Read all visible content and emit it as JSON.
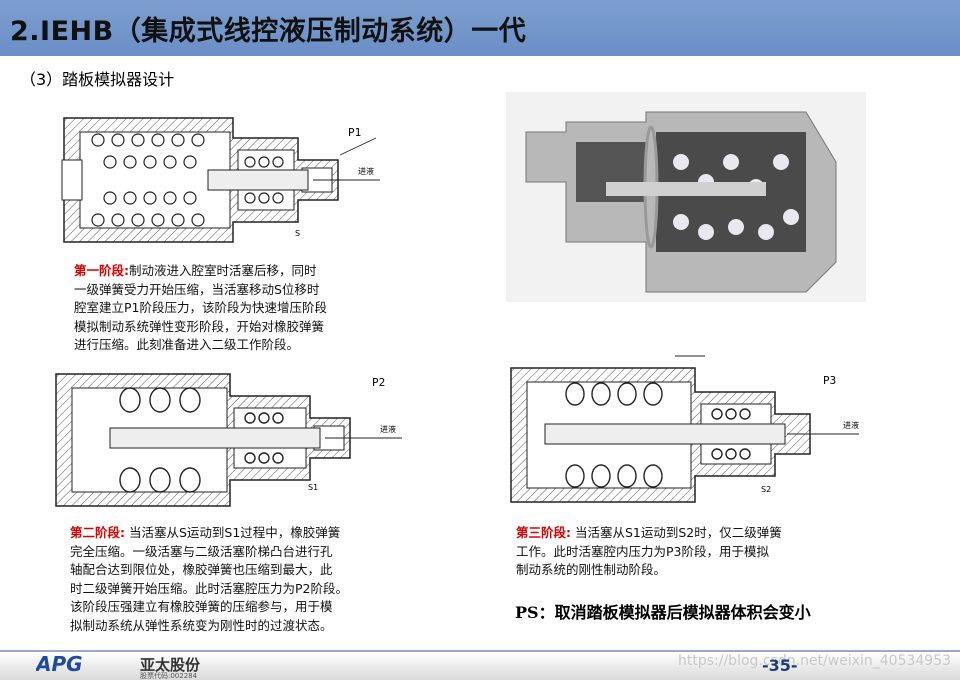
{
  "header": {
    "title": "2.IEHB（集成式线控液压制动系统）一代"
  },
  "subtitle": "（3）踏板模拟器设计",
  "fig1": {
    "p_label": "P1",
    "inlet_label": "进液",
    "s_label": "S"
  },
  "fig2": {
    "p_label": "P2",
    "inlet_label": "进液",
    "s_label": "S1"
  },
  "fig3": {
    "p_label": "P3",
    "inlet_label": "进液",
    "s_label": "S2"
  },
  "stage1": {
    "label": "第一阶段:",
    "lines": [
      "制动液进入腔室时活塞后移，同时",
      "一级弹簧受力开始压缩，当活塞移动S位移时",
      "腔室建立P1阶段压力，该阶段为快速增压阶段",
      "模拟制动系统弹性变形阶段，开始对橡胶弹簧",
      "进行压缩。此刻准备进入二级工作阶段。"
    ]
  },
  "stage2": {
    "label": "第二阶段:",
    "lines": [
      " 当活塞从S运动到S1过程中，橡胶弹簧",
      "完全压缩。一级活塞与二级活塞阶梯凸台进行孔",
      "轴配合达到限位处，橡胶弹簧也压缩到最大，此",
      "时二级弹簧开始压缩。此时活塞腔压力为P2阶段。",
      "该阶段压强建立有橡胶弹簧的压缩参与，用于模",
      "拟制动系统从弹性系统变为刚性时的过渡状态。"
    ]
  },
  "stage3": {
    "label": "第三阶段:",
    "lines": [
      " 当活塞从S1运动到S2时，仅二级弹簧",
      "工作。此时活塞腔内压力为P3阶段，用于模拟",
      "制动系统的刚性制动阶段。"
    ]
  },
  "ps_note": "PS：取消踏板模拟器后模拟器体积会变小",
  "footer": {
    "logo": "APG",
    "company": "亚太股份",
    "stock_code": "股票代码:002284",
    "page": "-35-",
    "watermark": "https://blog.csdn.net/weixin_40534953"
  },
  "colors": {
    "header_bg": "#7095c9",
    "stage_label": "#e00000",
    "page_number": "#1c3c7a"
  }
}
